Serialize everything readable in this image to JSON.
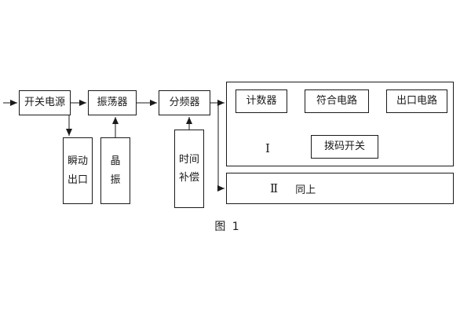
{
  "figure": {
    "caption": "图 1"
  },
  "blocks": {
    "input_power": "开关电源",
    "oscillator": "振荡器",
    "freq_divider": "分频器",
    "counter": "计数器",
    "coincidence_circuit": "符合电路",
    "outlet_circuit": "出口电路",
    "dip_switch": "拨码开关",
    "instant_outlet": "瞬动\n出口",
    "crystal_oscillator": "晶\n振",
    "time_compensation": "时间\n补偿"
  },
  "groups": {
    "group1_numeral": "Ⅰ",
    "group2_numeral": "Ⅱ",
    "group2_text": "同上"
  },
  "colors": {
    "line": "#1a1a1a",
    "background": "#ffffff"
  }
}
